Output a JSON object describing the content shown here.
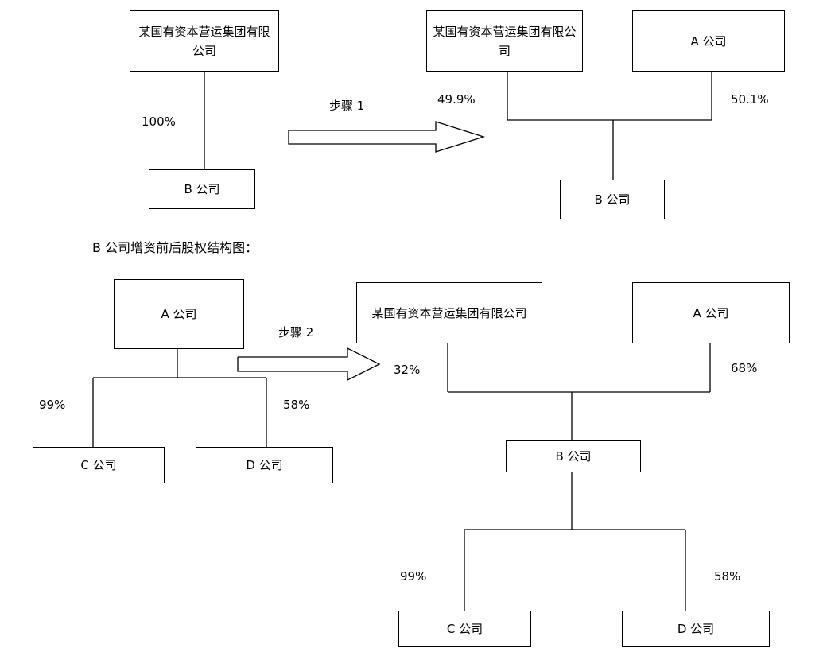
{
  "step1": {
    "before": {
      "owner": "某国有资本营运集团有限公司",
      "subsidiary": "B 公司",
      "pct": "100%"
    },
    "arrow_label": "步骤 1",
    "after": {
      "owner1": "某国有资本营运集团有限公司",
      "owner2": "A 公司",
      "subsidiary": "B 公司",
      "pct1": "49.9%",
      "pct2": "50.1%"
    }
  },
  "caption": "B 公司增资前后股权结构图：",
  "step2": {
    "before": {
      "parent": "A 公司",
      "child1": "C 公司",
      "child2": "D 公司",
      "pct1": "99%",
      "pct2": "58%"
    },
    "arrow_label": "步骤 2",
    "after": {
      "owner1": "某国有资本营运集团有限公司",
      "owner2": "A 公司",
      "middle": "B 公司",
      "child1": "C 公司",
      "child2": "D 公司",
      "pct_owner1": "32%",
      "pct_owner2": "68%",
      "pct_child1": "99%",
      "pct_child2": "58%"
    }
  }
}
